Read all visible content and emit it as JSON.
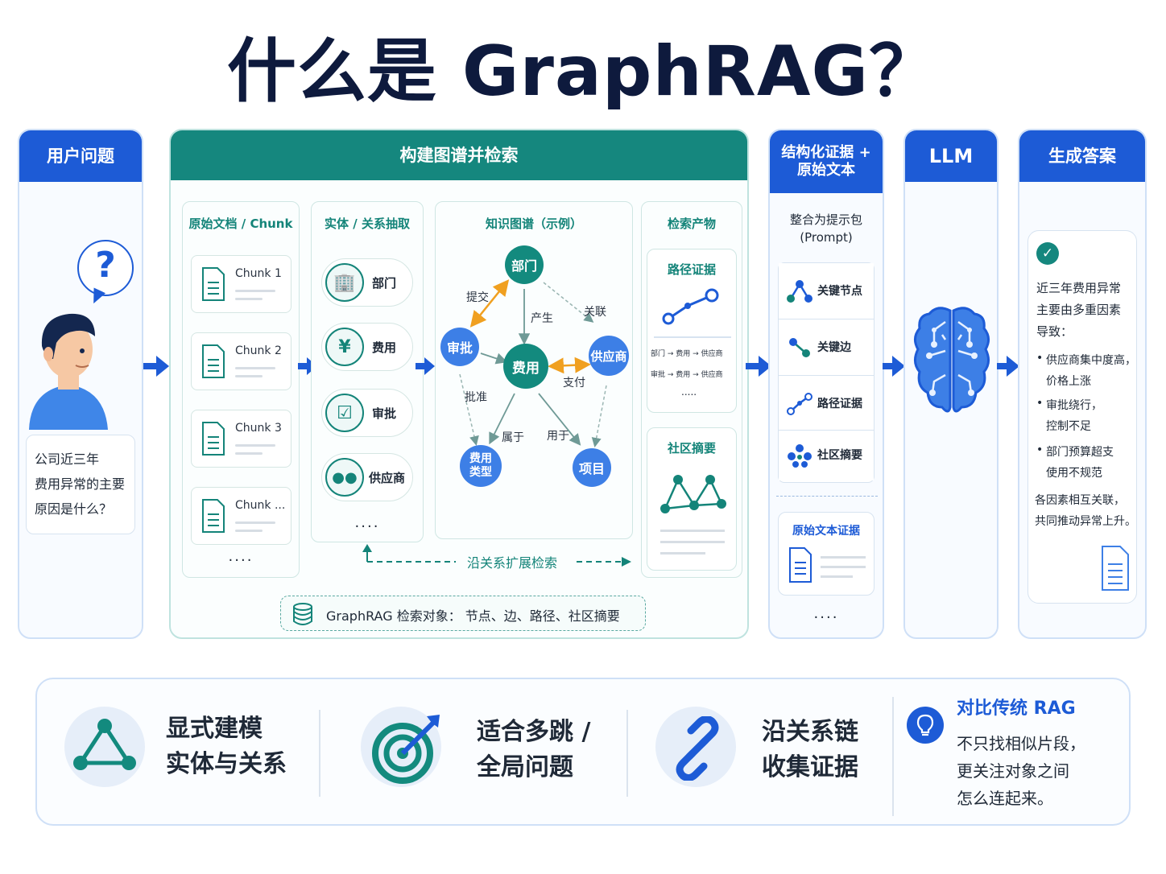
{
  "title": "什么是 GraphRAG？",
  "user": {
    "header": "用户问题",
    "question_mark": "?",
    "question_lines": [
      "公司近三年",
      "费用异常的主要",
      "原因是什么？"
    ]
  },
  "build": {
    "header": "构建图谱并检索",
    "docs": {
      "title": "原始文档 / Chunk",
      "items": [
        "Chunk 1",
        "Chunk 2",
        "Chunk 3",
        "Chunk ..."
      ],
      "more": "...."
    },
    "extract": {
      "title": "实体 / 关系抽取",
      "items": [
        {
          "label": "部门",
          "icon": "building-icon"
        },
        {
          "label": "费用",
          "icon": "yen-icon"
        },
        {
          "label": "审批",
          "icon": "checklist-icon"
        },
        {
          "label": "供应商",
          "icon": "people-icon"
        }
      ],
      "more": "...."
    },
    "graph": {
      "title": "知识图谱（示例）",
      "nodes": {
        "dept": "部门",
        "approve": "审批",
        "fee": "费用",
        "supplier": "供应商",
        "fee_type_1": "费用",
        "fee_type_2": "类型",
        "project": "项目"
      },
      "edges": {
        "submit": "提交",
        "produce": "产生",
        "relate": "关联",
        "pay": "支付",
        "approve": "批准",
        "belong": "属于",
        "use_for": "用于"
      }
    },
    "retrieval": {
      "title": "检索产物",
      "path_title": "路径证据",
      "path_line_1": "部门 → 费用 → 供应商",
      "path_line_2": "审批 → 费用 → 供应商",
      "path_more": ".....",
      "community_title": "社区摘要"
    },
    "expand_label": "沿关系扩展检索",
    "target_label": "GraphRAG 检索对象：  节点、边、路径、社区摘要"
  },
  "structured": {
    "header_line_1": "结构化证据 +",
    "header_line_2": "原始文本",
    "prompt_line_1": "整合为提示包",
    "prompt_line_2": "(Prompt)",
    "items": [
      "关键节点",
      "关键边",
      "路径证据",
      "社区摘要"
    ],
    "raw_title": "原始文本证据",
    "more": "...."
  },
  "llm": {
    "header": "LLM"
  },
  "answer": {
    "header": "生成答案",
    "intro": [
      "近三年费用异常",
      "主要由多重因素",
      "导致："
    ],
    "bullets": [
      [
        "供应商集中度高，",
        "价格上涨"
      ],
      [
        "审批绕行，",
        "控制不足"
      ],
      [
        "部门预算超支",
        "使用不规范"
      ]
    ],
    "conclusion": [
      "各因素相互关联，",
      "共同推动异常上升。"
    ]
  },
  "features": [
    {
      "line1": "显式建模",
      "line2": "实体与关系",
      "icon": "triangle-graph-icon"
    },
    {
      "line1": "适合多跳 /",
      "line2": "全局问题",
      "icon": "target-icon"
    },
    {
      "line1": "沿关系链",
      "line2": "收集证据",
      "icon": "link-icon"
    }
  ],
  "compare": {
    "title": "对比传统 RAG",
    "lines": [
      "不只找相似片段，",
      "更关注对象之间",
      "怎么连起来。"
    ]
  },
  "colors": {
    "blue": "#1d5bd6",
    "teal": "#15877e",
    "orange": "#f0a020",
    "node_teal": "#138a7e",
    "node_blue": "#3d7fe6"
  }
}
